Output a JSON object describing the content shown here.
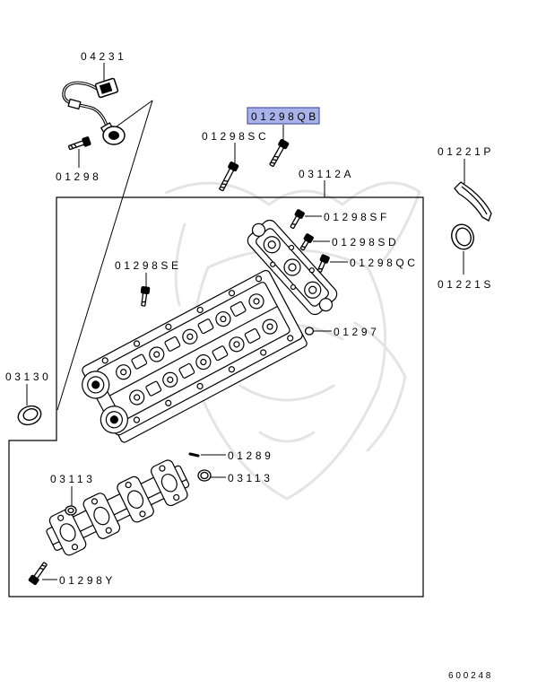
{
  "diagram": {
    "figure_number": "600248",
    "highlight_fill": "#a9b3ea",
    "line_color": "#000000",
    "watermark_color": "#e4e4e4"
  },
  "parts": [
    {
      "label": "04231"
    },
    {
      "label": "01298QB",
      "highlighted": true
    },
    {
      "label": "01298SC"
    },
    {
      "label": "01298"
    },
    {
      "label": "03112A"
    },
    {
      "label": "01221P"
    },
    {
      "label": "01298SF"
    },
    {
      "label": "01298SD"
    },
    {
      "label": "01298QC"
    },
    {
      "label": "01298SE"
    },
    {
      "label": "01221S"
    },
    {
      "label": "01297"
    },
    {
      "label": "03130"
    },
    {
      "label": "01289"
    },
    {
      "label": "03113"
    },
    {
      "label": "03113"
    },
    {
      "label": "01298Y"
    }
  ]
}
